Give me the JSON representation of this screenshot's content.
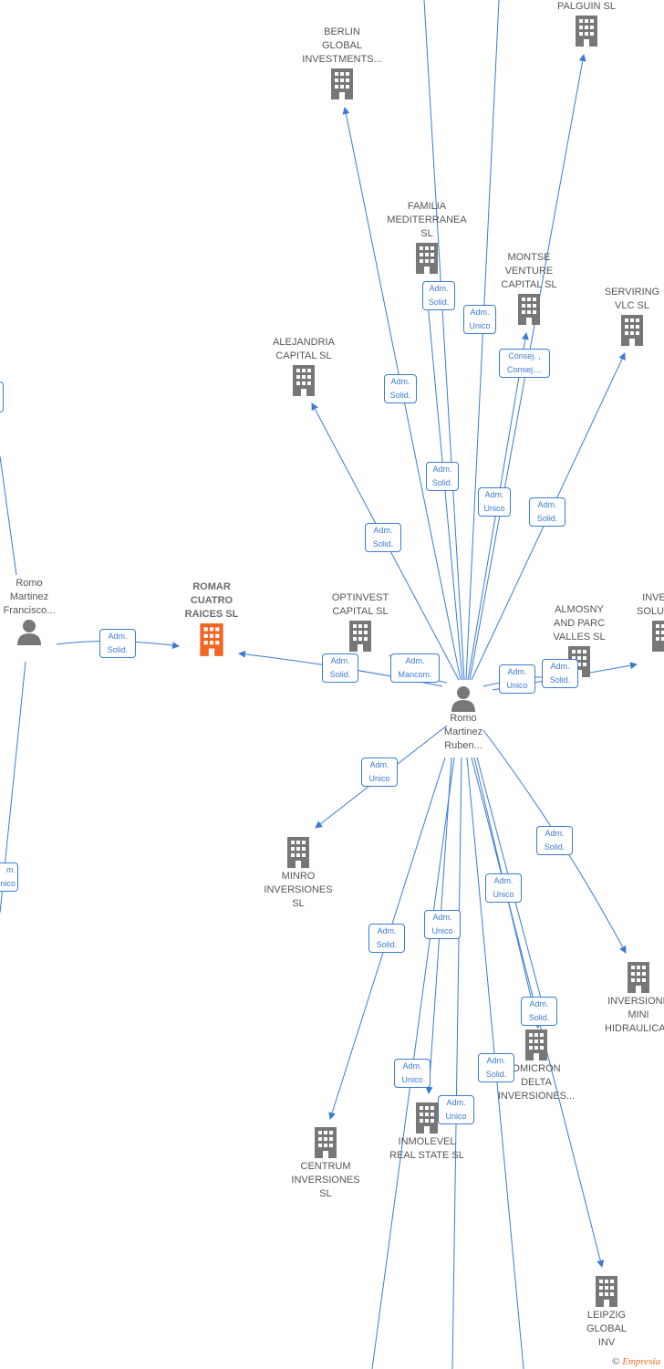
{
  "colors": {
    "edge": "#3a7bd5",
    "company": "#777777",
    "highlight": "#f26522",
    "person": "#777777"
  },
  "nodes": [
    {
      "id": "palguin",
      "label": "PALGUIN  SL",
      "type": "company"
    },
    {
      "id": "berlin",
      "label": "BERLIN\nGLOBAL\nINVESTMENTS...",
      "type": "company"
    },
    {
      "id": "familia",
      "label": "FAMILIA\nMEDITERRANEA\nSL",
      "type": "company"
    },
    {
      "id": "montse",
      "label": "MONTSE\nVENTURE\nCAPITAL  SL",
      "type": "company"
    },
    {
      "id": "serviring",
      "label": "SERVIRING\nVLC  SL",
      "type": "company"
    },
    {
      "id": "alejandria",
      "label": "ALEJANDRIA\nCAPITAL  SL",
      "type": "company"
    },
    {
      "id": "francisco",
      "label": "Romo\nMartinez\nFrancisco...",
      "type": "person"
    },
    {
      "id": "romar",
      "label": "ROMAR\nCUATRO\nRAICES  SL",
      "type": "highlight"
    },
    {
      "id": "optinvest",
      "label": "OPTINVEST\nCAPITAL  SL",
      "type": "company"
    },
    {
      "id": "almosny",
      "label": "ALMOSNY\nAND PARC\nVALLES  SL",
      "type": "company"
    },
    {
      "id": "invesoluc",
      "label": "INVE\nSOLUC",
      "type": "company"
    },
    {
      "id": "ruben",
      "label": "Romo\nMartinez\nRuben...",
      "type": "person"
    },
    {
      "id": "minro",
      "label": "MINRO\nINVERSIONES\nSL",
      "type": "company"
    },
    {
      "id": "mini",
      "label": "INVERSIONE\nMINI\nHIDRAULICAS",
      "type": "company"
    },
    {
      "id": "omicron",
      "label": "OMICRON\nDELTA\nINVERSIONES...",
      "type": "company"
    },
    {
      "id": "inmolevel",
      "label": "INMOLEVEL\nREAL STATE  SL",
      "type": "company"
    },
    {
      "id": "centrum",
      "label": "CENTRUM\nINVERSIONES\nSL",
      "type": "company"
    },
    {
      "id": "leipzig",
      "label": "LEIPZIG\nGLOBAL\nINV",
      "type": "company"
    }
  ],
  "relations": [
    {
      "id": "r-fam",
      "lines": [
        "Adm.",
        "Solid."
      ]
    },
    {
      "id": "r-montse-unico",
      "lines": [
        "Adm.",
        "Unico"
      ]
    },
    {
      "id": "r-berlin",
      "lines": [
        "Adm.",
        "Solid."
      ]
    },
    {
      "id": "r-consej",
      "lines": [
        "Consej. ,",
        "Consej...."
      ]
    },
    {
      "id": "r-fam2",
      "lines": [
        "Adm.",
        "Solid."
      ]
    },
    {
      "id": "r-palguin",
      "lines": [
        "Adm.",
        "Unico"
      ]
    },
    {
      "id": "r-serviring",
      "lines": [
        "Adm.",
        "Solid."
      ]
    },
    {
      "id": "r-alejandria",
      "lines": [
        "Adm.",
        "Solid."
      ]
    },
    {
      "id": "r-romar",
      "lines": [
        "Adm.",
        "Solid."
      ]
    },
    {
      "id": "r-ruben-romar",
      "lines": [
        "Adm.",
        "Solid."
      ]
    },
    {
      "id": "r-optinvest",
      "lines": [
        "Adm.",
        "Mancom."
      ]
    },
    {
      "id": "r-almosny-unico",
      "lines": [
        "Adm.",
        "Unico"
      ]
    },
    {
      "id": "r-almosny-solid",
      "lines": [
        "Adm.",
        "Solid."
      ]
    },
    {
      "id": "r-minro",
      "lines": [
        "Adm.",
        "Unico"
      ]
    },
    {
      "id": "r-mini",
      "lines": [
        "Adm.",
        "Solid."
      ]
    },
    {
      "id": "r-leipzig-unico",
      "lines": [
        "Adm.",
        "Unico"
      ]
    },
    {
      "id": "r-centrum",
      "lines": [
        "Adm.",
        "Solid."
      ]
    },
    {
      "id": "r-inmolevel",
      "lines": [
        "Adm.",
        "Unico"
      ]
    },
    {
      "id": "r-omicron",
      "lines": [
        "Adm.",
        "Solid."
      ]
    },
    {
      "id": "r-inmo2",
      "lines": [
        "Adm.",
        "Unico"
      ]
    },
    {
      "id": "r-omicron2",
      "lines": [
        "Adm.",
        "Solid."
      ]
    },
    {
      "id": "r-inmo3",
      "lines": [
        "Adm.",
        "Unico"
      ]
    },
    {
      "id": "r-left-top",
      "lines": [
        "",
        ""
      ]
    },
    {
      "id": "r-left-bottom",
      "lines": [
        "m.",
        "nico"
      ]
    }
  ],
  "footer": {
    "copyright": "©",
    "brand": "Empresia"
  }
}
